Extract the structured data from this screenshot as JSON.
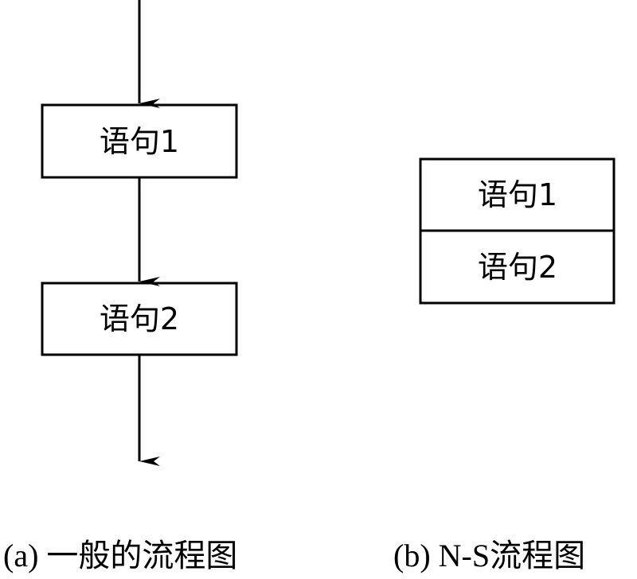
{
  "flowchart_a": {
    "statement_1": "语句1",
    "statement_2": "语句2",
    "caption": "(a) 一般的流程图"
  },
  "flowchart_b": {
    "statement_1": "语句1",
    "statement_2": "语句2",
    "caption": "(b) N-S流程图"
  },
  "colors": {
    "line": "#000000",
    "background": "#ffffff"
  }
}
